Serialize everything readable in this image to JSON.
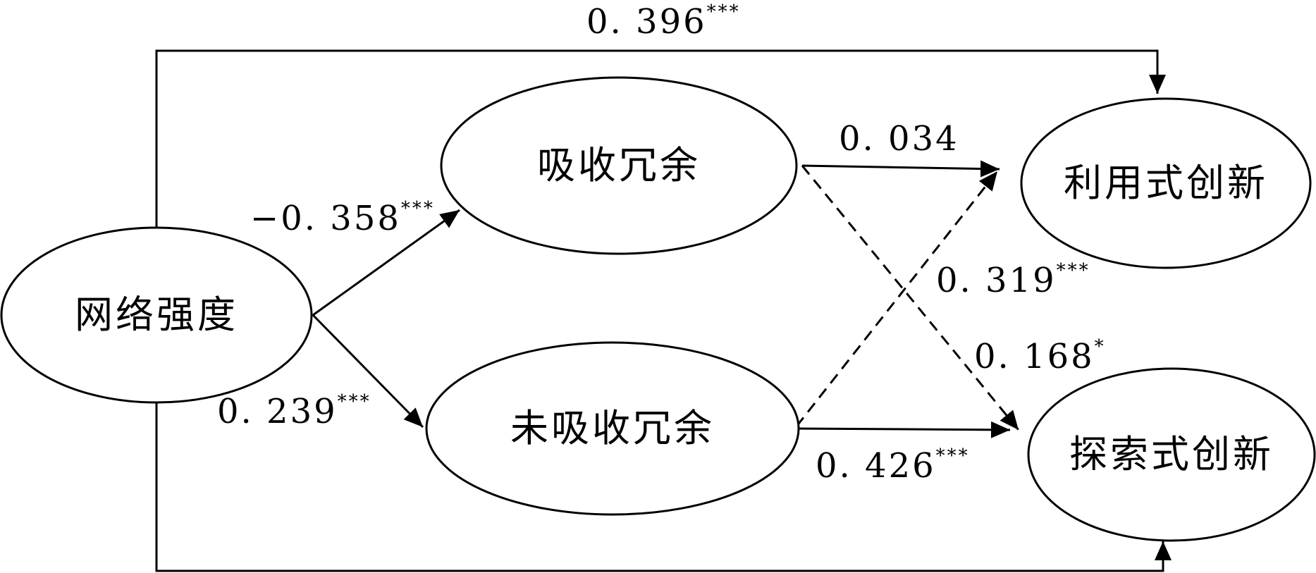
{
  "nodes": {
    "network_strength": "网络强度",
    "absorbed_slack": "吸收冗余",
    "unabsorbed_slack": "未吸收冗余",
    "exploitative_innovation": "利用式创新",
    "exploratory_innovation": "探索式创新"
  },
  "edges": {
    "network_to_exploitative": {
      "coef": "0. 396",
      "sig": "***",
      "style": "solid"
    },
    "network_to_absorbed": {
      "coef": "−0. 358",
      "sig": "***",
      "style": "solid"
    },
    "network_to_unabsorbed": {
      "coef": "0. 239",
      "sig": "***",
      "style": "solid"
    },
    "absorbed_to_exploitative": {
      "coef": "0. 034",
      "sig": "",
      "style": "solid"
    },
    "unabsorbed_to_exploitative": {
      "coef": "0. 319",
      "sig": "***",
      "style": "dashed"
    },
    "absorbed_to_exploratory": {
      "coef": "0. 168",
      "sig": "*",
      "style": "dashed"
    },
    "unabsorbed_to_exploratory": {
      "coef": "0. 426",
      "sig": "***",
      "style": "solid"
    },
    "network_to_exploratory": {
      "coef": "",
      "sig": "",
      "style": "solid"
    }
  },
  "colors": {
    "line": "#000000",
    "background": "#ffffff"
  }
}
